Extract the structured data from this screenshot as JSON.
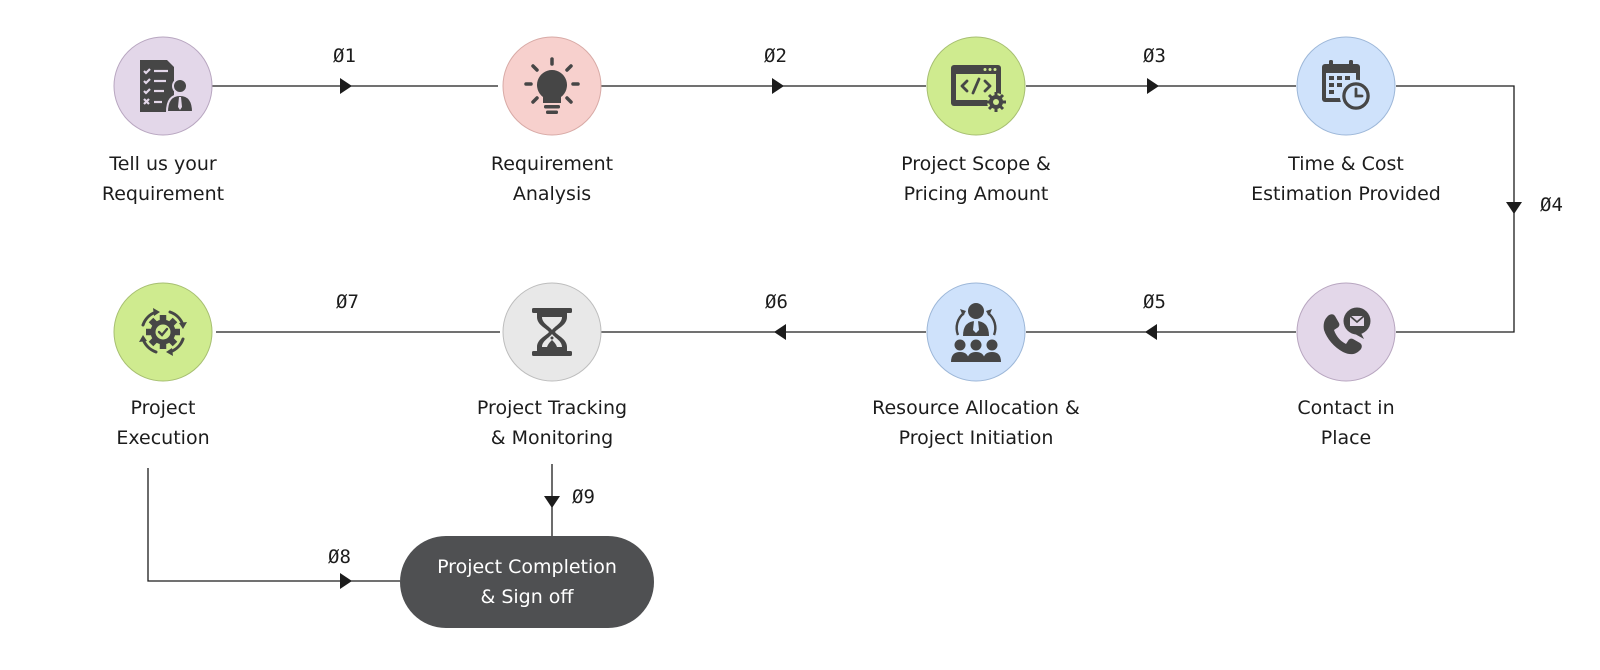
{
  "steps": [
    {
      "line1": "Tell us your",
      "line2": "Requirement",
      "icon": "requirement-document-icon",
      "color": "#e3d7e9"
    },
    {
      "line1": "Requirement",
      "line2": "Analysis",
      "icon": "lightbulb-icon",
      "color": "#f7d0cd"
    },
    {
      "line1": "Project Scope &",
      "line2": "Pricing Amount",
      "icon": "code-window-gear-icon",
      "color": "#cfeb8f"
    },
    {
      "line1": "Time & Cost",
      "line2": "Estimation Provided",
      "icon": "calendar-clock-icon",
      "color": "#cfe2fb"
    },
    {
      "line1": "Contact in",
      "line2": "Place",
      "icon": "phone-message-icon",
      "color": "#e3d7e9"
    },
    {
      "line1": "Resource Allocation &",
      "line2": "Project Initiation",
      "icon": "team-allocation-icon",
      "color": "#cfe2fb"
    },
    {
      "line1": "Project Tracking",
      "line2": "& Monitoring",
      "icon": "hourglass-icon",
      "color": "#e8e8e8"
    },
    {
      "line1": "Project",
      "line2": "Execution",
      "icon": "gear-cycle-icon",
      "color": "#cfeb8f"
    }
  ],
  "connectors": [
    "Ø1",
    "Ø2",
    "Ø3",
    "Ø4",
    "Ø5",
    "Ø6",
    "Ø7",
    "Ø8",
    "Ø9"
  ],
  "final": {
    "line1": "Project Completion",
    "line2": "& Sign off",
    "color": "#4f5052"
  },
  "line_color": "#1c1c1c",
  "icon_color": "#464646"
}
